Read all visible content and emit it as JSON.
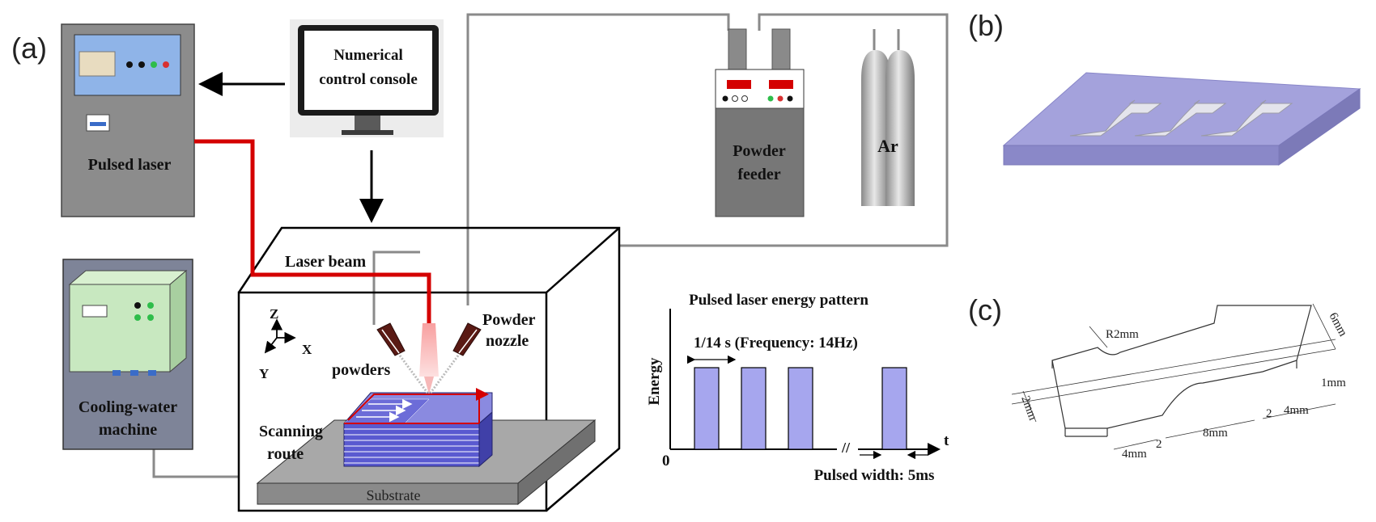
{
  "panels": {
    "a": "(a)",
    "b": "(b)",
    "c": "(c)"
  },
  "labels": {
    "console_line1": "Numerical",
    "console_line2": "control console",
    "pulsed_laser": "Pulsed laser",
    "cooling_line1": "Cooling-water",
    "cooling_line2": "machine",
    "powder_feeder_line1": "Powder",
    "powder_feeder_line2": "feeder",
    "argon": "Ar",
    "laser_beam": "Laser beam",
    "powder_nozzle_line1": "Powder",
    "powder_nozzle_line2": "nozzle",
    "powders": "powders",
    "scanning_line1": "Scanning",
    "scanning_line2": "route",
    "substrate": "Substrate",
    "axis_z": "Z",
    "axis_x": "X",
    "axis_y": "Y"
  },
  "energy_pattern": {
    "title": "Pulsed laser energy pattern",
    "period_label": "1/14 s (Frequency: 14Hz)",
    "ylabel": "Energy",
    "xlabel": "t",
    "origin": "0",
    "break_mark": "//",
    "width_label": "Pulsed width: 5ms"
  },
  "dimensions": {
    "radius": "R2mm",
    "width_6": "6mm",
    "thick_1": "1mm",
    "depth_2": "2mm",
    "len_4a": "4mm",
    "len_2a": "2",
    "len_8": "8mm",
    "len_2b": "2",
    "len_4b": "4mm"
  },
  "colors": {
    "laser_red": "#d40000",
    "deposit_blue": "#6c6cd8",
    "plate_purple": "#9a98d8",
    "pulse_fill": "#a6a6ee",
    "cabinet_gray": "#8c8c8c",
    "cooler_green": "#c8e8c0"
  }
}
